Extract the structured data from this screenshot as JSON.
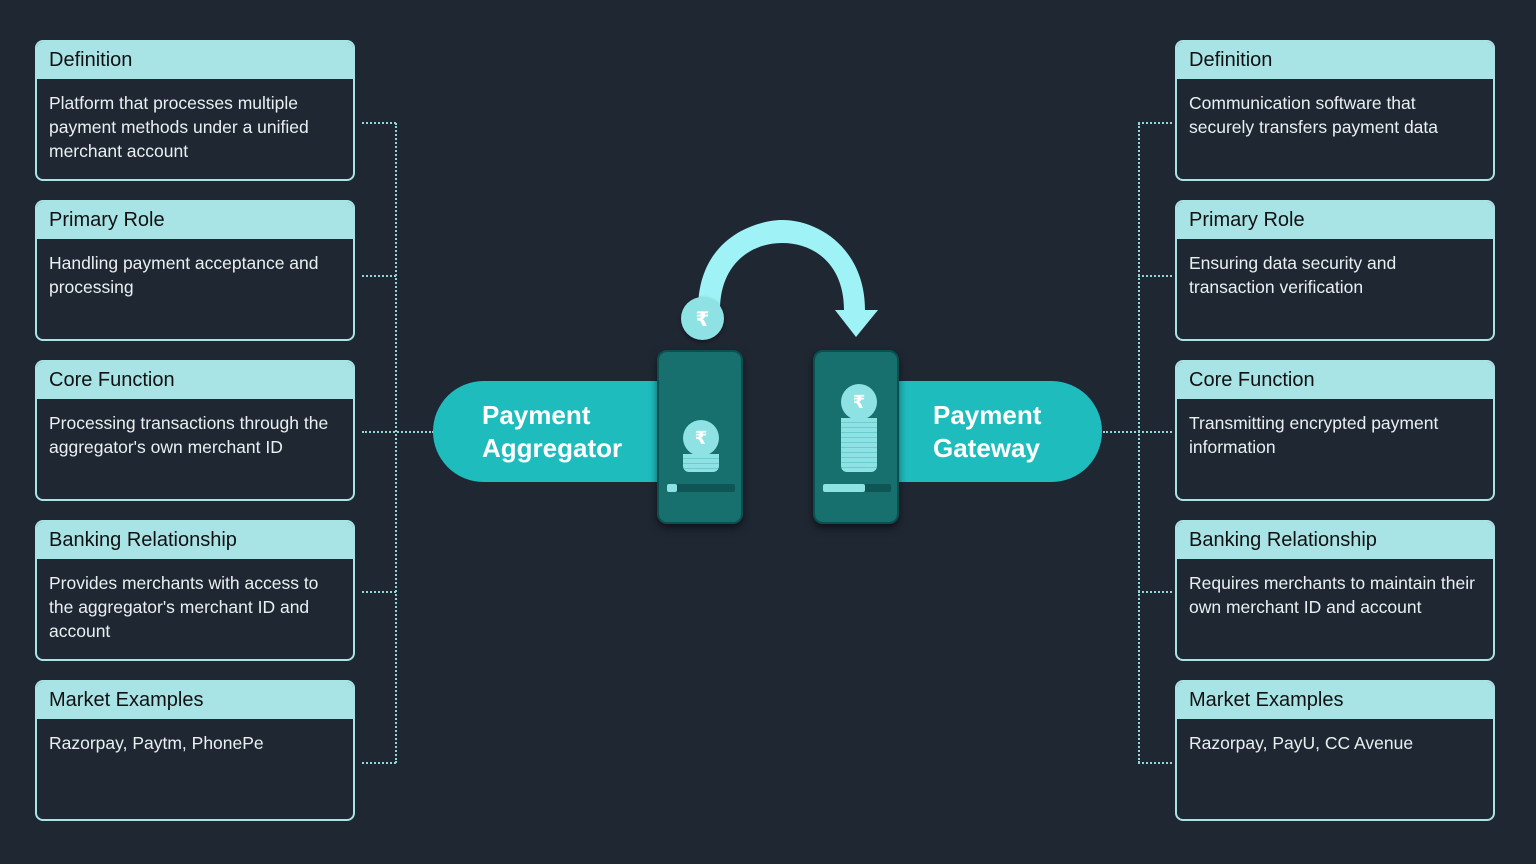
{
  "left": {
    "title_line1": "Payment",
    "title_line2": "Aggregator",
    "cards": [
      {
        "header": "Definition",
        "body": "Platform that processes multiple payment methods under a unified merchant account"
      },
      {
        "header": "Primary Role",
        "body": "Handling payment acceptance and processing"
      },
      {
        "header": "Core Function",
        "body": "Processing transactions through the aggregator's own merchant ID"
      },
      {
        "header": "Banking Relationship",
        "body": "Provides merchants with access to the aggregator's merchant ID and account"
      },
      {
        "header": "Market Examples",
        "body": "Razorpay, Paytm, PhonePe"
      }
    ]
  },
  "right": {
    "title_line1": "Payment",
    "title_line2": "Gateway",
    "cards": [
      {
        "header": "Definition",
        "body": "Communication software that securely transfers payment data"
      },
      {
        "header": "Primary Role",
        "body": "Ensuring data security and transaction verification"
      },
      {
        "header": "Core Function",
        "body": "Transmitting encrypted payment information"
      },
      {
        "header": "Banking Relationship",
        "body": "Requires merchants to maintain their own merchant ID and account"
      },
      {
        "header": "Market Examples",
        "body": "Razorpay, PayU, CC Avenue"
      }
    ]
  },
  "icons": {
    "currency_symbol": "₹",
    "transfer_arrow": "curved-arrow"
  },
  "colors": {
    "background": "#1f2733",
    "card_header": "#a8e3e6",
    "pill": "#1fbcbe",
    "phone": "#176f6e",
    "coin": "#8ee2e4"
  }
}
